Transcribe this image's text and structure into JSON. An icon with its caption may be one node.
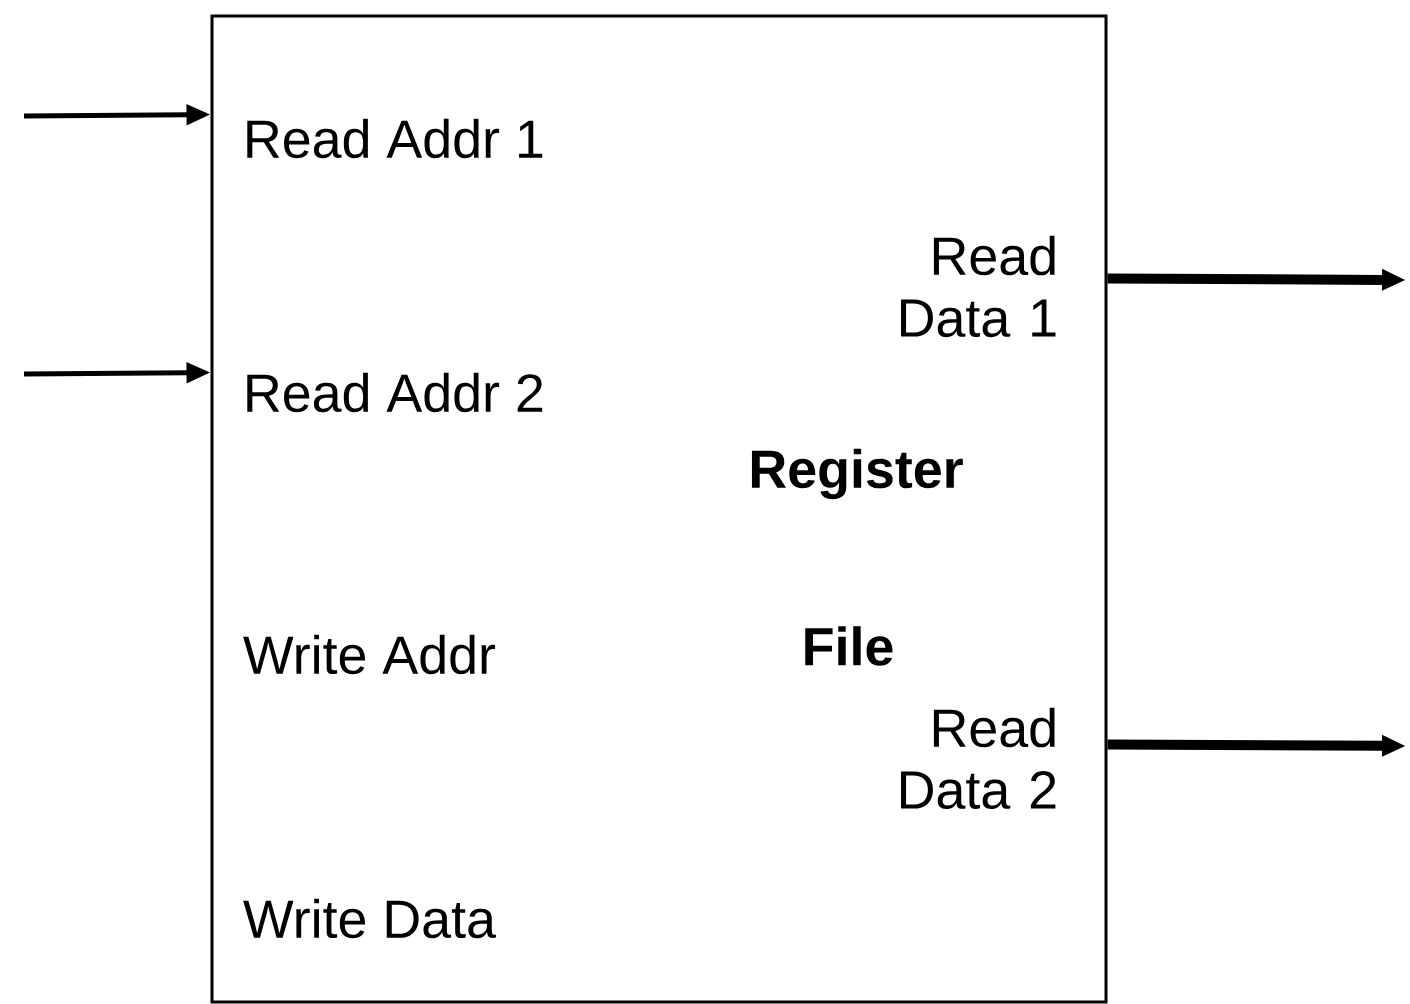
{
  "diagram": {
    "nodes": [
      {
        "text": [
          "Register",
          "File"
        ]
      },
      {
        "text": [
          "Read Addr 1"
        ],
        "in": 0
      },
      {
        "text": [
          "Read Data 1"
        ],
        "in": 0
      },
      {
        "text": [
          "Read Addr 2"
        ],
        "in": 0
      },
      {
        "text": [
          "Write Addr"
        ],
        "in": 0
      },
      {
        "text": [
          "Read Data 2"
        ],
        "in": 0
      },
      {
        "text": [
          "Write Data"
        ],
        "in": 0
      }
    ],
    "edges": [
      {
        "from": null,
        "to": 1,
        "arrow": "to"
      },
      {
        "from": null,
        "to": 3,
        "arrow": "to"
      },
      {
        "from": 2,
        "to": null,
        "arrow": "to",
        "style": "thick"
      },
      {
        "from": 5,
        "to": null,
        "arrow": "to",
        "style": "thick"
      }
    ]
  }
}
